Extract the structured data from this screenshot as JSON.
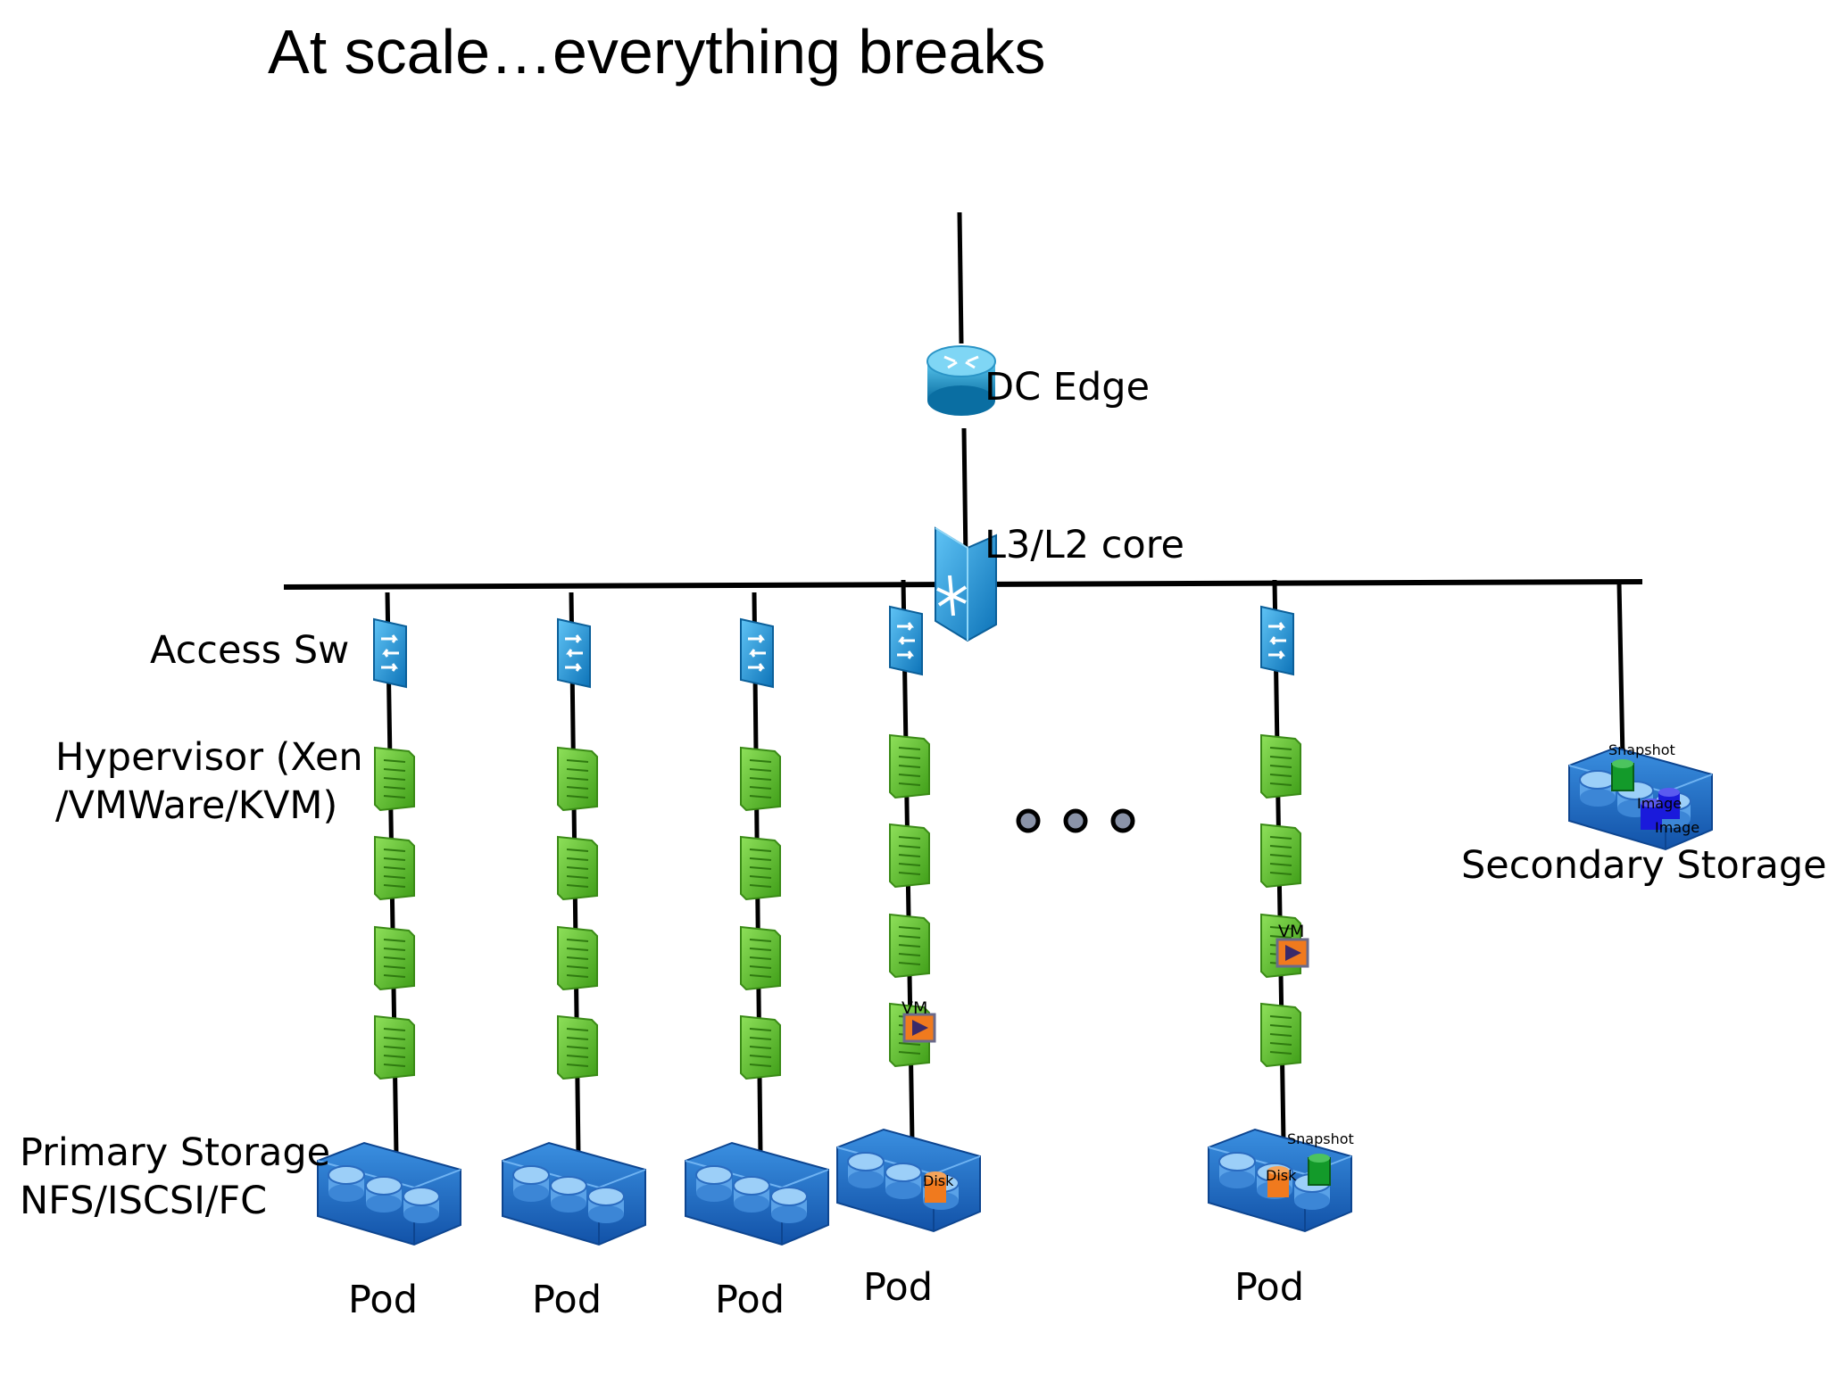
{
  "title": "At scale…everything breaks",
  "labels": {
    "dc_edge": "DC Edge",
    "core": "L3/L2 core",
    "access": "Access Sw",
    "hypervisor_line1": "Hypervisor (Xen",
    "hypervisor_line2": "/VMWare/KVM)",
    "primary_line1": "Primary Storage",
    "primary_line2": "NFS/ISCSI/FC",
    "secondary": "Secondary Storage",
    "pod": "Pod"
  },
  "tags": {
    "vm": "VM",
    "disk": "Disk",
    "snapshot": "Snapshot",
    "image": "Image"
  },
  "pods": [
    {
      "label": "Pod"
    },
    {
      "label": "Pod"
    },
    {
      "label": "Pod"
    },
    {
      "label": "Pod"
    },
    {
      "label": "Pod"
    }
  ],
  "colors": {
    "switch_blue": "#1a8fd6",
    "server_green": "#5cbf2a",
    "storage_blue": "#1f6fc7",
    "vm_orange": "#f07a1e",
    "snapshot_green": "#139a2a",
    "image_blue": "#1a1adb",
    "ellipsis_dot": "#8a93a8"
  }
}
